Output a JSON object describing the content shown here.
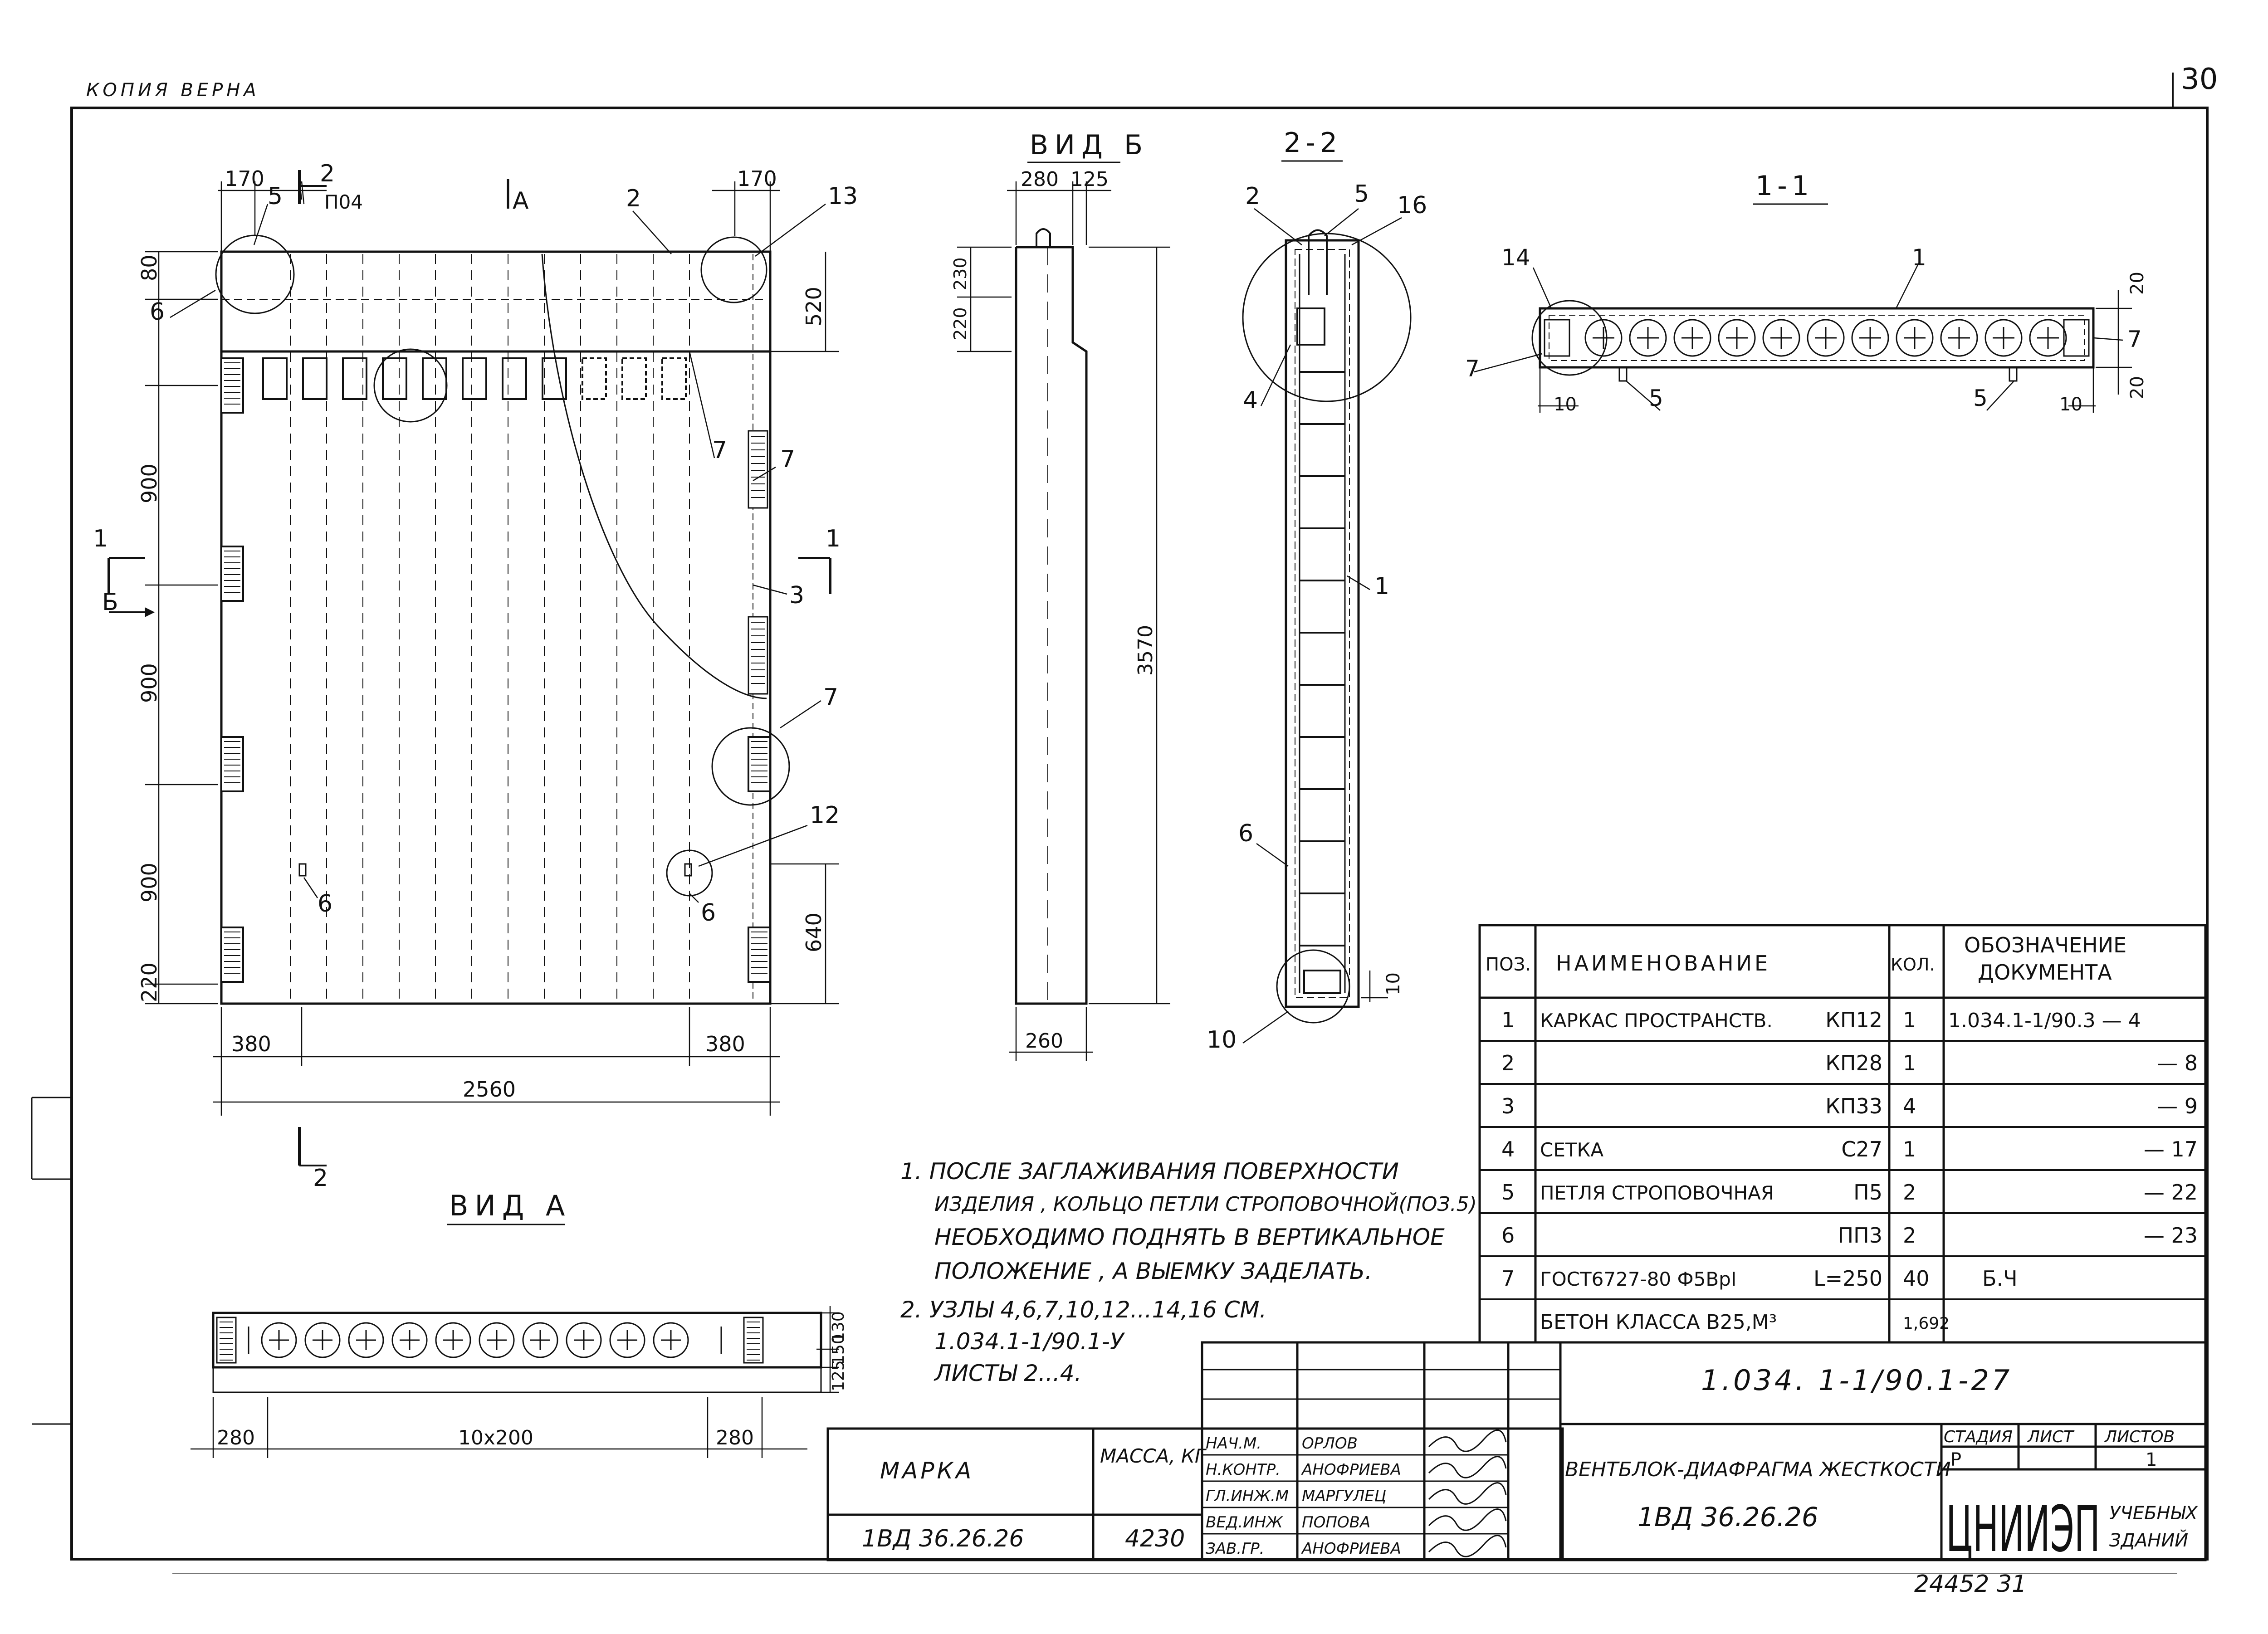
{
  "stamp_top": "КОПИЯ ВЕРНА",
  "page_number": "30",
  "bottom_number": "24452  31",
  "view_titles": {
    "vid_a": "ВИД А",
    "vid_b": "ВИД Б",
    "section_22": "2-2",
    "section_11": "1-1",
    "mark_a": "А",
    "mark_b": "Б",
    "mark_1": "1",
    "mark_2": "2",
    "mark_p04": "П04"
  },
  "main_dims": {
    "d170_l": "170",
    "d170_r": "170",
    "d80": "80",
    "d520": "520",
    "d900_1": "900",
    "d900_2": "900",
    "d900_3": "900",
    "d220": "220",
    "d640": "640",
    "d380_l": "380",
    "d380_r": "380",
    "d2560": "2560"
  },
  "main_callouts": {
    "c5": "5",
    "c2": "2",
    "c13": "13",
    "c6": "6",
    "c7a": "7",
    "c7b": "7",
    "c3": "3",
    "c7c": "7",
    "c12": "12",
    "c6b": "6",
    "c6c": "6"
  },
  "vid_b_dims": {
    "d280": "280",
    "d125": "125",
    "d230": "230",
    "d220": "220",
    "d3570": "3570",
    "d260": "260"
  },
  "s22_labels": {
    "c2": "2",
    "c5": "5",
    "c16": "16",
    "c4": "4",
    "c1": "1",
    "c6": "6",
    "c10": "10",
    "d10": "10"
  },
  "s11_labels": {
    "c14": "14",
    "c1": "1",
    "c7l": "7",
    "c7r": "7",
    "c5l": "5",
    "c5r": "5",
    "d10l": "10",
    "d10r": "10",
    "d20t": "20",
    "d20b": "20"
  },
  "vid_a_dims": {
    "d280l": "280",
    "d10x200": "10x200",
    "d280r": "280",
    "d130": "130",
    "d150": "150",
    "d125": "125"
  },
  "notes": [
    "1. ПОСЛЕ ЗАГЛАЖИВАНИЯ ПОВЕРХНОСТИ",
    "ИЗДЕЛИЯ , КОЛЬЦО ПЕТЛИ СТРОПОВОЧНОЙ(ПОЗ.5)",
    "НЕОБХОДИМО ПОДНЯТЬ В ВЕРТИКАЛЬНОЕ",
    "ПОЛОЖЕНИЕ , А ВЫЕМКУ ЗАДЕЛАТЬ.",
    "2. УЗЛЫ 4,6,7,10,12...14,16 СМ.",
    "1.034.1-1/90.1-У",
    "ЛИСТЫ 2...4."
  ],
  "spec_table": {
    "headers": [
      "ПОЗ.",
      "НАИМЕНОВАНИЕ",
      "КОЛ.",
      "ОБОЗНАЧЕНИЕ ДОКУМЕНТА"
    ],
    "rows": [
      {
        "pos": "1",
        "name": "КАРКАС ПРОСТРАНСТВ.",
        "code": "КП12",
        "qty": "1",
        "doc": "1.034.1-1/90.3 — 4"
      },
      {
        "pos": "2",
        "name": "",
        "code": "КП28",
        "qty": "1",
        "doc": "— 8"
      },
      {
        "pos": "3",
        "name": "",
        "code": "КП33",
        "qty": "4",
        "doc": "— 9"
      },
      {
        "pos": "4",
        "name": "СЕТКА",
        "code": "С27",
        "qty": "1",
        "doc": "— 17"
      },
      {
        "pos": "5",
        "name": "ПЕТЛЯ СТРОПОВОЧНАЯ",
        "code": "П5",
        "qty": "2",
        "doc": "— 22"
      },
      {
        "pos": "6",
        "name": "",
        "code": "ПП3",
        "qty": "2",
        "doc": "— 23"
      },
      {
        "pos": "7",
        "name": "ГОСТ6727-80 Ф5ВрI",
        "code": "L=250",
        "qty": "40",
        "doc": "Б.Ч"
      },
      {
        "pos": "",
        "name": "БЕТОН КЛАССА В25,М³",
        "code": "",
        "qty": "1,692",
        "doc": ""
      }
    ]
  },
  "title_block": {
    "doc_number": "1.034. 1-1/90.1-27",
    "mark_label": "МАРКА",
    "mass_label": "МАССА, КГ",
    "mark_value": "1ВД 36.26.26",
    "mass_value": "4230",
    "roles": [
      "НАЧ.М.",
      "Н.КОНТР.",
      "ГЛ.ИНЖ.М",
      "ВЕД.ИНЖ",
      "ЗАВ.ГР."
    ],
    "people": [
      "ОРЛОВ",
      "АНОФРИЕВА",
      "МАРГУЛЕЦ",
      "ПОПОВА",
      "АНОФРИЕВА"
    ],
    "product_name": "ВЕНТБЛОК-ДИАФРАГМА ЖЕСТКОСТИ",
    "product_mark": "1ВД 36.26.26",
    "stage_label": "СТАДИЯ",
    "sheet_label": "ЛИСТ",
    "sheets_label": "ЛИСТОВ",
    "stage_value": "Р",
    "sheets_value": "1",
    "org_logo": "ЦНИИЭП",
    "org_sub": "УЧЕБНЫХ ЗДАНИЙ"
  }
}
